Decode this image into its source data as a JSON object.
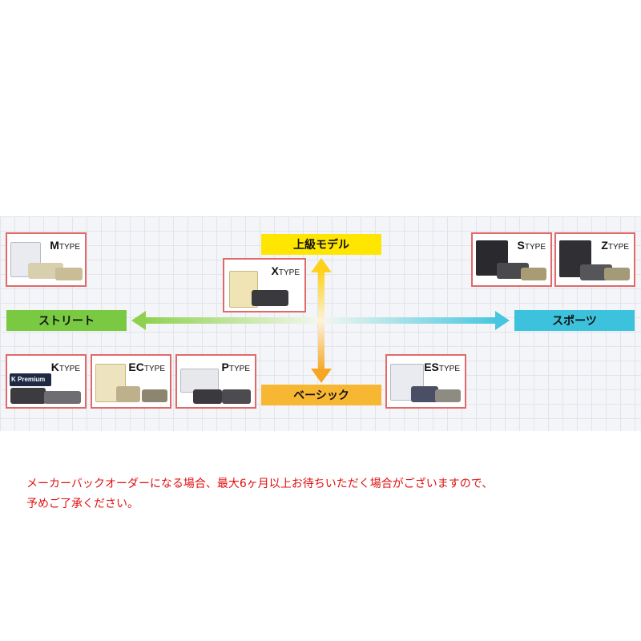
{
  "axis": {
    "top_label": "上級モデル",
    "bottom_label": "ベーシック",
    "left_label": "ストリート",
    "right_label": "スポーツ"
  },
  "products": [
    {
      "id": "m",
      "type_letter": "M",
      "type_word": "TYPE"
    },
    {
      "id": "x",
      "type_letter": "X",
      "type_word": "TYPE"
    },
    {
      "id": "s",
      "type_letter": "S",
      "type_word": "TYPE"
    },
    {
      "id": "z",
      "type_letter": "Z",
      "type_word": "TYPE"
    },
    {
      "id": "k",
      "type_letter": "K",
      "type_word": "TYPE",
      "box_text": "K Premium"
    },
    {
      "id": "ec",
      "type_letter": "EC",
      "type_word": "TYPE"
    },
    {
      "id": "p",
      "type_letter": "P",
      "type_word": "TYPE"
    },
    {
      "id": "es",
      "type_letter": "ES",
      "type_word": "TYPE"
    }
  ],
  "notice": {
    "line1": "メーカーバックオーダーになる場合、最大6ヶ月以上お待ちいただく場合がございますので、",
    "line2": "予めご了承ください。"
  },
  "colors": {
    "card_border": "#e06a6a",
    "top_pill": "#ffe600",
    "bottom_pill": "#f7b733",
    "left_pill": "#7ac943",
    "right_pill": "#3cc2dc",
    "notice_text": "#e01010"
  }
}
